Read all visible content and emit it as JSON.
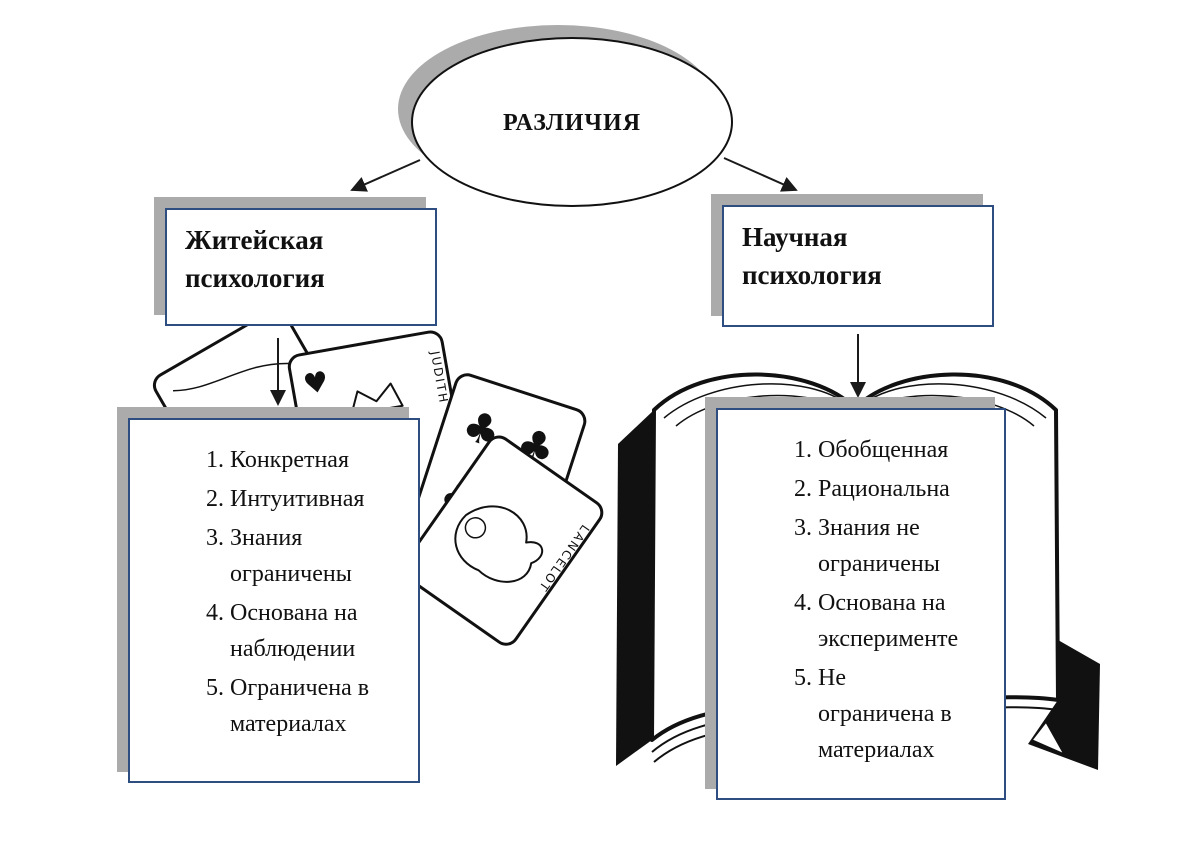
{
  "title": "РАЗЛИЧИЯ",
  "left_branch": {
    "header": "Житейская\nпсихология",
    "items": [
      "Конкретная",
      "Интуитивная",
      "Знания\nограничены",
      "Основана на\nнаблюдении",
      "Ограничена в\nматериалах"
    ]
  },
  "right_branch": {
    "header": "Научная\nпсихология",
    "items": [
      "Обобщенная",
      "Рациональна",
      "Знания не\nограничены",
      "Основана на\nэксперименте",
      "Не\nограничена в\nматериалах"
    ]
  },
  "decorations": {
    "queen_card_label": "JUDITH",
    "knight_card_label": "LANCELOT"
  },
  "colors": {
    "box_border": "#2e4d80",
    "shadow": "#ababab",
    "ink": "#111111",
    "background": "#ffffff"
  }
}
